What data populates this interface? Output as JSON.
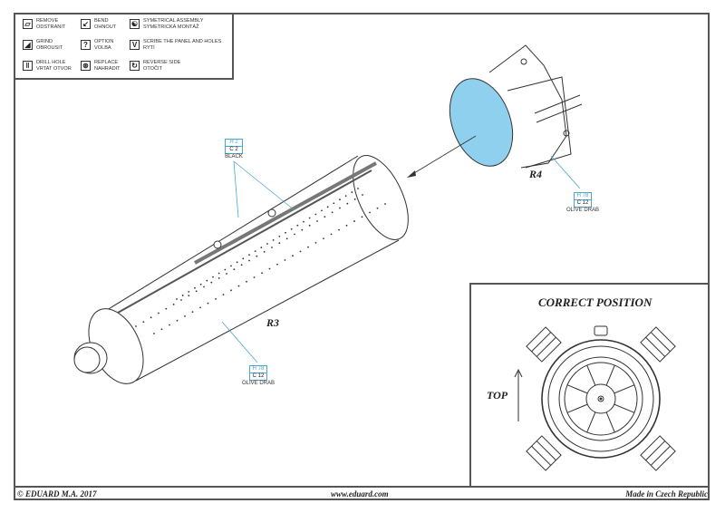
{
  "legend": {
    "items": [
      {
        "icon": "remove-icon",
        "glyph": "▱",
        "line1": "REMOVE",
        "line2": "ODSTRANIT"
      },
      {
        "icon": "bend-icon",
        "glyph": "↙",
        "line1": "BEND",
        "line2": "OHNOUT"
      },
      {
        "icon": "symmetrical-assembly-icon",
        "glyph": "☯",
        "line1": "SYMETRICAL ASSEMBLY",
        "line2": "SYMETRICKÁ MONTÁŽ"
      },
      {
        "icon": "grind-icon",
        "glyph": "◢",
        "line1": "GRIND",
        "line2": "OBROUSIT"
      },
      {
        "icon": "option-icon",
        "glyph": "?",
        "line1": "OPTION",
        "line2": "VOLBA"
      },
      {
        "icon": "scribe-icon",
        "glyph": "V",
        "line1": "SCRIBE THE PANEL AND HOLES",
        "line2": "RYTÍ"
      },
      {
        "icon": "drill-hole-icon",
        "glyph": "‖",
        "line1": "DRILL HOLE",
        "line2": "VRTAT OTVOR"
      },
      {
        "icon": "replace-icon",
        "glyph": "⊛",
        "line1": "REPLACE",
        "line2": "NAHRADIT"
      },
      {
        "icon": "reverse-side-icon",
        "glyph": "↻",
        "line1": "REVERSE SIDE",
        "line2": "OTOČIT"
      }
    ]
  },
  "parts": {
    "r3": "R3",
    "r4": "R4"
  },
  "paint_labels": {
    "black": {
      "h": "H 2",
      "c": "C 2",
      "name": "BLACK"
    },
    "olive_r4": {
      "h": "H 78",
      "c": "C 12",
      "name": "OLIVE DRAB"
    },
    "olive_r3": {
      "h": "H 78",
      "c": "C 12",
      "name": "OLIVE DRAB"
    }
  },
  "correct_position": {
    "title": "CORRECT POSITION",
    "top_label": "TOP"
  },
  "footer": {
    "copyright": "© EDUARD  M.A. 2017",
    "website": "www.eduard.com",
    "origin": "Made in Czech Republic"
  },
  "colors": {
    "callout_blue": "#4aa8d0",
    "disc_fill": "#8fd0ee",
    "line": "#333333"
  }
}
